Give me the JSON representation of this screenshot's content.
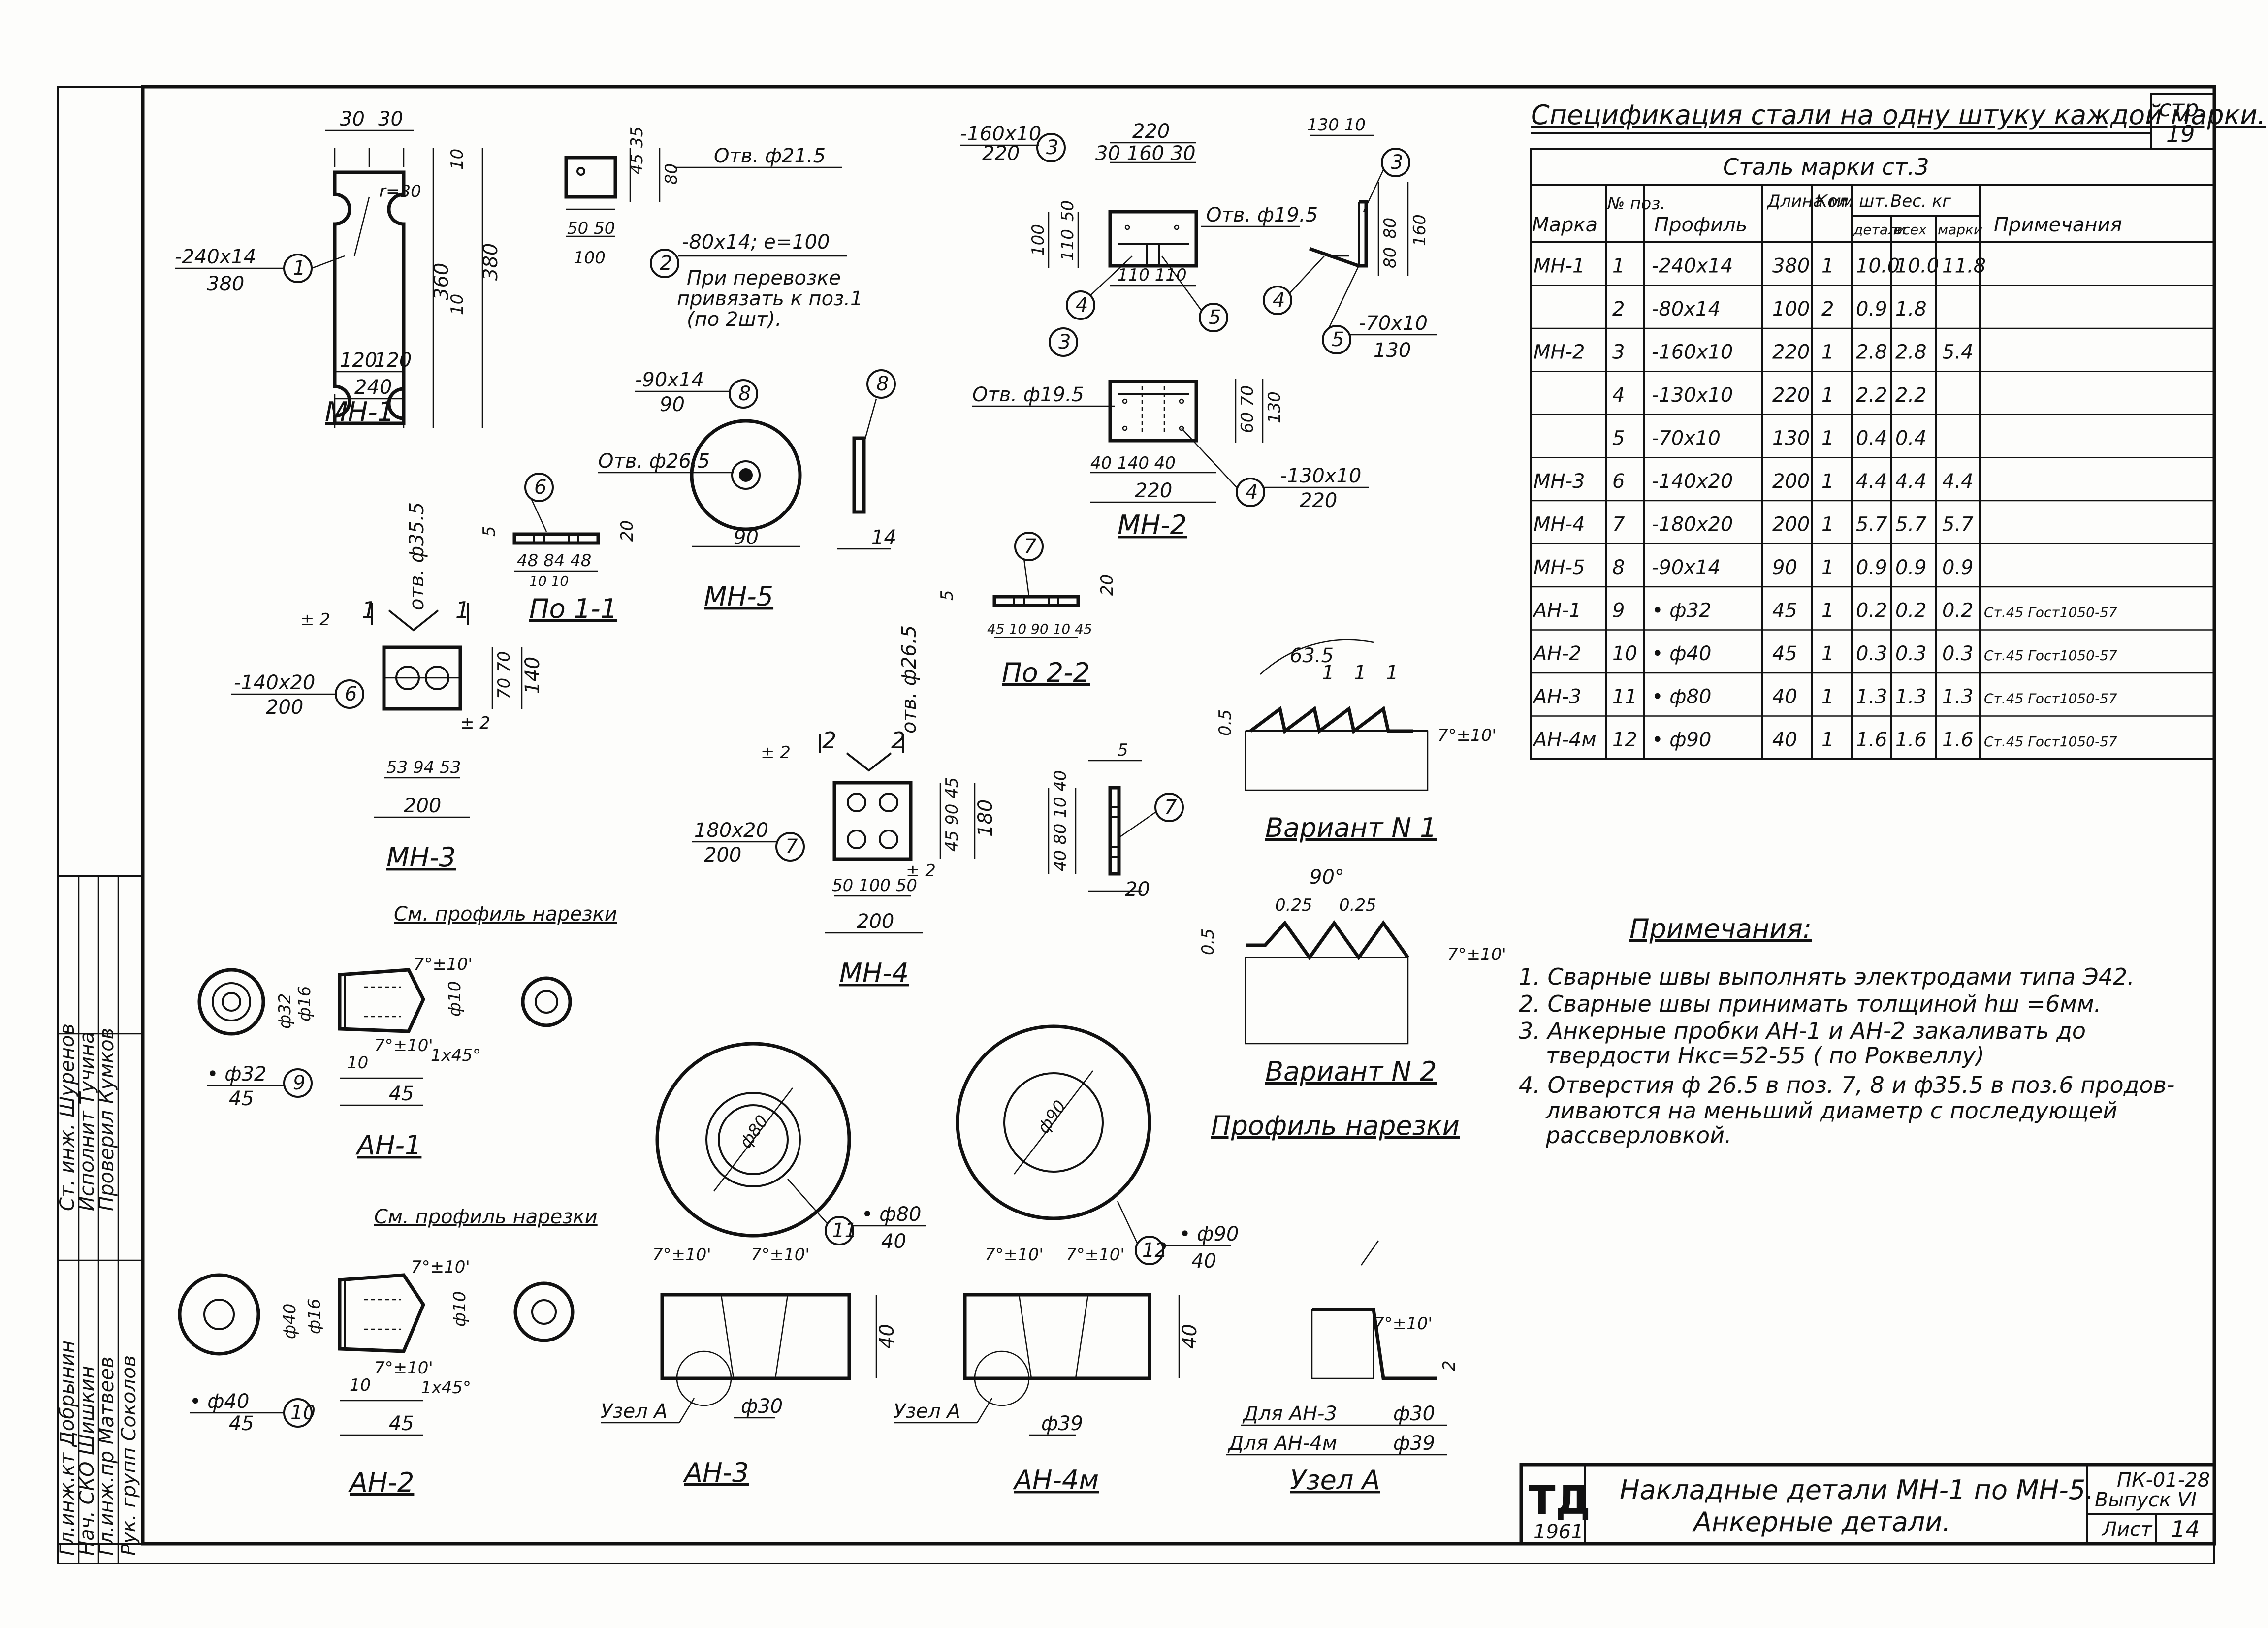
{
  "spec": {
    "title": "Спецификация стали на одну штуку каждой марки.",
    "steel": "Сталь марки ст.3",
    "headers": {
      "mark": "Марка",
      "pos": "№ поз.",
      "profile": "Профиль",
      "length": "Длина мм",
      "qty": "Кол. шт.",
      "weight": "Вес. кг",
      "detail": "детали",
      "all": "всех",
      "marks": "марки",
      "note": "Примечания"
    },
    "rows": [
      {
        "mark": "МН-1",
        "pos": "1",
        "profile": "-240x14",
        "len": "380",
        "qty": "1",
        "det": "10.0",
        "all": "10.0",
        "total": "11.8",
        "note": ""
      },
      {
        "mark": "",
        "pos": "2",
        "profile": "-80x14",
        "len": "100",
        "qty": "2",
        "det": "0.9",
        "all": "1.8",
        "total": "",
        "note": ""
      },
      {
        "mark": "МН-2",
        "pos": "3",
        "profile": "-160x10",
        "len": "220",
        "qty": "1",
        "det": "2.8",
        "all": "2.8",
        "total": "5.4",
        "note": ""
      },
      {
        "mark": "",
        "pos": "4",
        "profile": "-130x10",
        "len": "220",
        "qty": "1",
        "det": "2.2",
        "all": "2.2",
        "total": "",
        "note": ""
      },
      {
        "mark": "",
        "pos": "5",
        "profile": "-70x10",
        "len": "130",
        "qty": "1",
        "det": "0.4",
        "all": "0.4",
        "total": "",
        "note": ""
      },
      {
        "mark": "МН-3",
        "pos": "6",
        "profile": "-140x20",
        "len": "200",
        "qty": "1",
        "det": "4.4",
        "all": "4.4",
        "total": "4.4",
        "note": ""
      },
      {
        "mark": "МН-4",
        "pos": "7",
        "profile": "-180x20",
        "len": "200",
        "qty": "1",
        "det": "5.7",
        "all": "5.7",
        "total": "5.7",
        "note": ""
      },
      {
        "mark": "МН-5",
        "pos": "8",
        "profile": "-90x14",
        "len": "90",
        "qty": "1",
        "det": "0.9",
        "all": "0.9",
        "total": "0.9",
        "note": ""
      },
      {
        "mark": "АН-1",
        "pos": "9",
        "profile": "• ф32",
        "len": "45",
        "qty": "1",
        "det": "0.2",
        "all": "0.2",
        "total": "0.2",
        "note": "Ст.45 Гост1050-57"
      },
      {
        "mark": "АН-2",
        "pos": "10",
        "profile": "• ф40",
        "len": "45",
        "qty": "1",
        "det": "0.3",
        "all": "0.3",
        "total": "0.3",
        "note": "Ст.45 Гост1050-57"
      },
      {
        "mark": "АН-3",
        "pos": "11",
        "profile": "• ф80",
        "len": "40",
        "qty": "1",
        "det": "1.3",
        "all": "1.3",
        "total": "1.3",
        "note": "Ст.45 Гост1050-57"
      },
      {
        "mark": "АН-4м",
        "pos": "12",
        "profile": "• ф90",
        "len": "40",
        "qty": "1",
        "det": "1.6",
        "all": "1.6",
        "total": "1.6",
        "note": "Ст.45 Гост1050-57"
      }
    ]
  },
  "page_corner": {
    "label": "стр.",
    "value": "19"
  },
  "notes": {
    "heading": "Примечания:",
    "items": [
      "1. Сварные швы выполнять электродами типа Э42.",
      "2. Сварные швы принимать толщиной hш =6мм.",
      "3. Анкерные пробки АН-1 и АН-2 закаливать до",
      "твердости Hкс=52-55 ( по Роквеллу)",
      "4. Отверстия ф 26.5 в поз. 7, 8 и ф35.5 в поз.6 продов-",
      "ливаются на меньший диаметр с последующей",
      "рассверловкой."
    ]
  },
  "views": {
    "mn1": "МН-1",
    "mn2": "МН-2",
    "mn3": "МН-3",
    "mn4": "МН-4",
    "mn5": "МН-5",
    "an1": "АН-1",
    "an2": "АН-2",
    "an3": "АН-3",
    "an4": "АН-4м",
    "uzel": "Узел А",
    "uzel_a": "Узел А",
    "var1": "Вариант N 1",
    "var2": "Вариант N 2",
    "profile": "Профиль нарезки",
    "sec11": "По 1-1",
    "sec22": "По 2-2"
  },
  "callouts": {
    "mn1_plate": "-240x14",
    "mn1_plate_len": "380",
    "mn1_w": "240",
    "mn1_h": "360",
    "mn1_h2": "380",
    "mn1_30a": "30",
    "mn1_30b": "30",
    "mn1_120a": "120",
    "mn1_120b": "120",
    "mn1_r": "r=30",
    "mn1_10a": "10",
    "mn1_10b": "10",
    "p2_hole": "Отв. ф21.5",
    "p2_plate": "-80x14; е=100",
    "p2_note1": "При перевозке",
    "p2_note2": "привязать к поз.1",
    "p2_note3": "(по 2шт).",
    "p2_5050": "50 50",
    "p2_100": "100",
    "p2_45": "45",
    "p2_35": "35",
    "p2_80": "80",
    "mn2_3": "-160x10",
    "mn2_3len": "220",
    "mn2_220": "220",
    "mn2_30160": "30  160  30",
    "mn2_hole": "Отв. ф19.5",
    "mn2_100": "100",
    "mn2_110": "110",
    "mn2_50": "50",
    "mn2_110110": "110  110",
    "mn2_hole2": "Отв. ф19.5",
    "mn2_6070": "60 70",
    "mn2_130": "130",
    "mn2_4014040": "40  140  40",
    "mn2_220b": "220",
    "mn2_4": "-130x10",
    "mn2_4len": "220",
    "mn2_5": "-70x10",
    "mn2_5len": "130",
    "mn2_side_13010": "130  10",
    "mn2_side_80": "80",
    "mn2_side_80b": "80",
    "mn2_side_160": "160",
    "mn5_plate": "-90x14",
    "mn5_len": "90",
    "mn5_hole": "Отв. ф26.5",
    "mn5_90": "90",
    "mn5_14": "14",
    "s11_5": "5",
    "s11_20": "20",
    "s11_dims": "48  84  48",
    "s11_10": "10   10",
    "mn3_hole": "отв. ф35.5",
    "mn3_pm": "± 2",
    "mn3_plate": "-140x20",
    "mn3_len": "200",
    "mn3_70": "70 70",
    "mn3_140": "140",
    "mn3_dims": "53  94  53",
    "mn3_200": "200",
    "s22_5": "5",
    "s22_20": "20",
    "s22_dims": "45 10 90 10 45",
    "mn4_hole": "отв. ф26.5",
    "mn4_pm": "± 2",
    "mn4_plate": "180x20",
    "mn4_len": "200",
    "mn4_459045": "45 90 45",
    "mn4_180": "180",
    "mn4_4080": "40 80 10 40",
    "mn4_5": "5",
    "mn4_20": "20",
    "mn4_dims": "50  100  50",
    "mn4_200": "200",
    "v1_63": "63.5",
    "v1_05": "0.5",
    "v1_ang": "7°±10'",
    "v1_1": "1",
    "v2_90": "90°",
    "v2_025": "0.25",
    "v2_05": "0.5",
    "v2_ang": "7°±10'",
    "an1_see": "См. профиль нарезки",
    "an1_32": "ф32",
    "an1_16": "ф16",
    "an1_10": "ф10",
    "an1_ang": "7°±10'",
    "an1_ang2": "7°±10'",
    "an1_ch": "1x45°",
    "an1_45": "45",
    "an1_10b": "10",
    "an1_bar": "• ф32",
    "an1_barlen": "45",
    "an2_see": "См. профиль нарезки",
    "an2_40": "ф40",
    "an2_16": "ф16",
    "an2_10": "ф10",
    "an2_ang": "7°±10'",
    "an2_ang2": "7°±10'",
    "an2_ch": "1x45°",
    "an2_45": "45",
    "an2_10b": "10",
    "an2_bar": "• ф40",
    "an2_barlen": "45",
    "an3_bar": "• ф80",
    "an3_barlen": "40",
    "an3_ang": "7°±10'",
    "an3_ang2": "7°±10'",
    "an3_40": "40",
    "an3_30": "ф30",
    "an3_d": "ф80",
    "an4_bar": "• ф90",
    "an4_barlen": "40",
    "an4_ang": "7°±10'",
    "an4_ang2": "7°±10'",
    "an4_40": "40",
    "an4_39": "ф39",
    "an4_d": "ф90",
    "uz_ang": "7°±10'",
    "uz_2": "2",
    "uz_dia3": "Для АН-3",
    "uz_dia3v": "ф30",
    "uz_dia4": "Для АН-4м",
    "uz_dia4v": "ф39"
  },
  "title_block": {
    "logo": "ТД",
    "year": "1961",
    "title1": "Накладные детали МН-1 по МН-5.",
    "title2": "Анкерные детали.",
    "series": "ПК-01-28",
    "issue": "Выпуск VI",
    "sheet_label": "Лист",
    "sheet_no": "14"
  },
  "side_stamp": [
    {
      "role": "Ст. инж.",
      "name": "Шуренов"
    },
    {
      "role": "Исполнит",
      "name": "Тучина"
    },
    {
      "role": "Проверил",
      "name": "Кумков"
    },
    {
      "role": "Гл.инж.кт",
      "name": "Добрынин"
    },
    {
      "role": "Нач. СКО",
      "name": "Шишкин"
    },
    {
      "role": "Гл.инж.пр",
      "name": "Матвеев"
    },
    {
      "role": "Рук. групп",
      "name": "Соколов"
    }
  ]
}
